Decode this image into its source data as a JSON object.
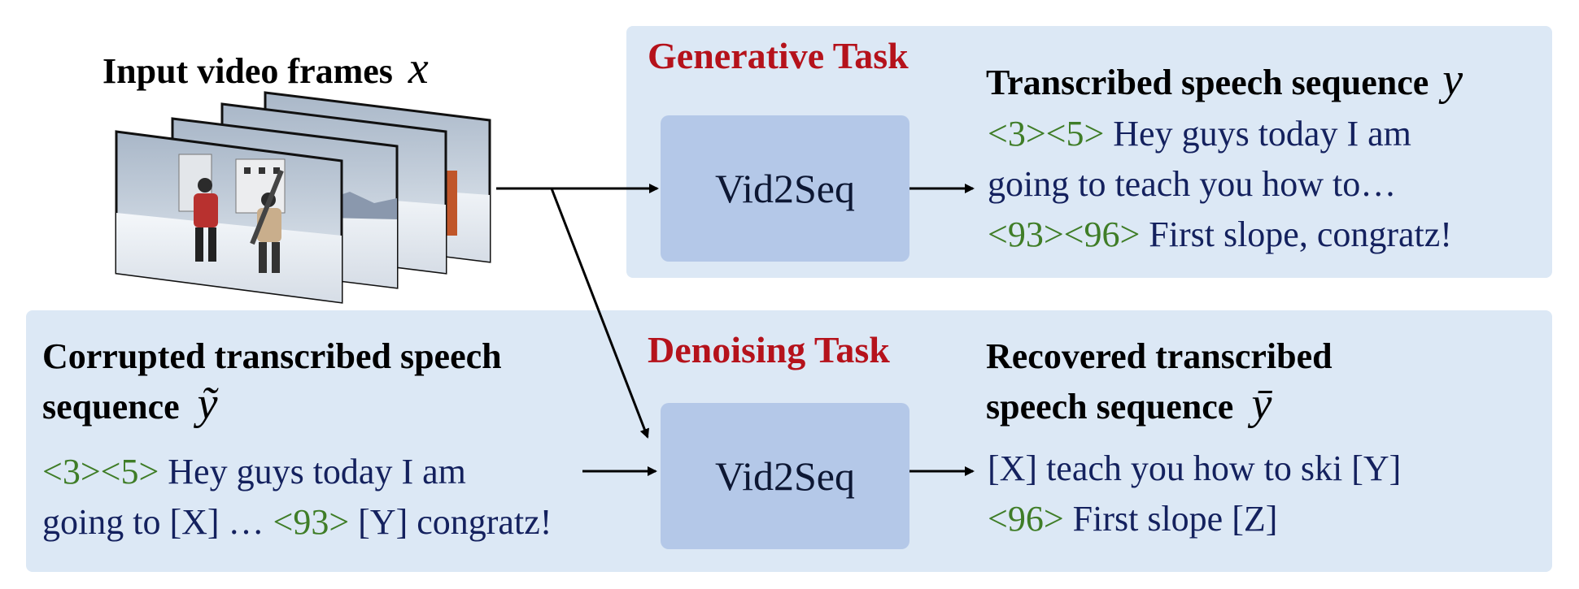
{
  "input": {
    "label": "Input video frames",
    "symbol": "x"
  },
  "generative": {
    "task_title": "Generative Task",
    "model": "Vid2Seq",
    "output_label": "Transcribed speech sequence",
    "output_symbol": "y",
    "lines": [
      {
        "tokens": "<3><5>",
        "text": " Hey guys today I am"
      },
      {
        "tokens": "",
        "text": "going to teach you how to…"
      },
      {
        "tokens": "<93><96>",
        "text": " First slope, congratz!"
      }
    ]
  },
  "denoising": {
    "task_title": "Denoising Task",
    "model": "Vid2Seq",
    "input_label_1": "Corrupted transcribed speech",
    "input_label_2": "sequence",
    "input_symbol": "ỹ",
    "input_lines": [
      {
        "tokens": "<3><5>",
        "text": " Hey guys today I am"
      },
      {
        "pre": "going to [X] … ",
        "tokens": "<93>",
        "text": " [Y] congratz!"
      }
    ],
    "output_label_1": "Recovered transcribed",
    "output_label_2": "speech sequence",
    "output_symbol": "ȳ",
    "output_lines": [
      {
        "tokens": "",
        "text": "[X] teach you how to ski [Y]"
      },
      {
        "tokens": "<96>",
        "text": " First slope [Z]"
      }
    ]
  },
  "colors": {
    "panel": "#dce8f5",
    "model_box": "#b4c8e8",
    "task_title": "#b5121b",
    "time_token": "#3f7d27",
    "sequence_text": "#14215e"
  }
}
